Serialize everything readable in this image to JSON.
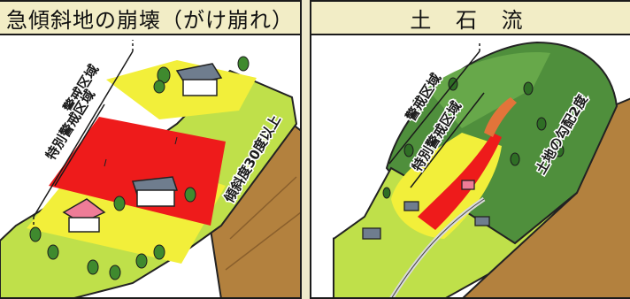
{
  "left_panel": {
    "title": "急傾斜地の崩壊（がけ崩れ）",
    "label_warning": "警戒区域",
    "label_special": "特別警戒区域",
    "label_slope": "傾斜度30度以上"
  },
  "right_panel": {
    "title": "土 石 流",
    "label_warning": "警戒区域",
    "label_special": "特別警戒区域",
    "label_slope": "土地の勾配2度"
  },
  "colors": {
    "warning_zone": "#f2ef3a",
    "special_zone": "#ee1b1b",
    "ground": "#bfe04a",
    "soil": "#b3813e",
    "hill": "#4f8f3c",
    "header_bg": "#f2edc6"
  }
}
